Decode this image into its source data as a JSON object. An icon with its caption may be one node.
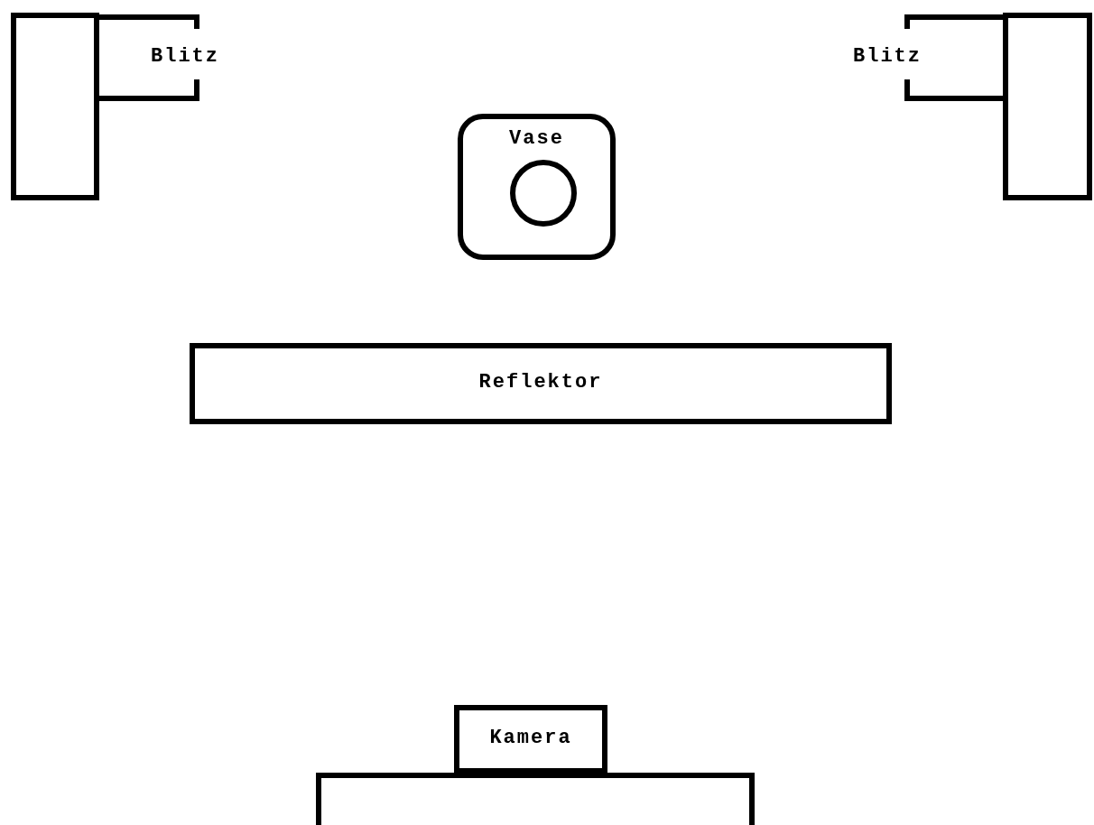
{
  "diagram": {
    "nodes": [
      {
        "text": [],
        "shape": "box"
      },
      {
        "text": [
          "Blitz"
        ]
      },
      {
        "text": [
          "Blitz"
        ]
      },
      {
        "text": [],
        "shape": "box"
      },
      {
        "text": [
          "Vase"
        ]
      },
      {
        "text": [],
        "shape": "circle",
        "in": 4
      },
      {
        "text": [
          "Reflektor"
        ]
      },
      {
        "text": [
          "Kamera"
        ]
      },
      {
        "text": [],
        "shape": "box"
      }
    ]
  }
}
